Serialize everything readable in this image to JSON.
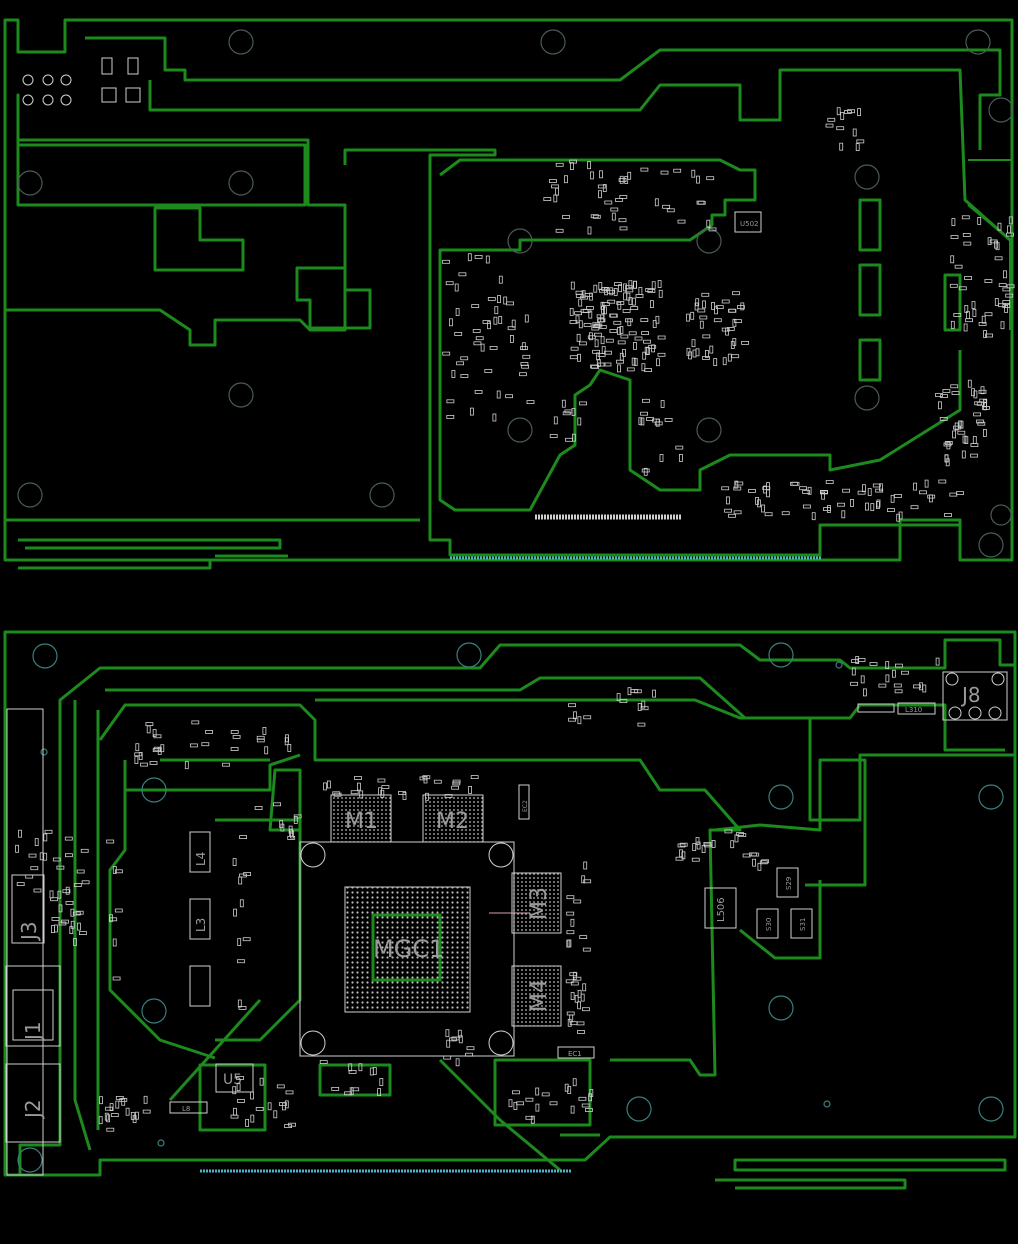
{
  "title": "PCB layout - two board views",
  "colors": {
    "background": "#000000",
    "copper": "#1d8a1d",
    "silkscreen": "#cfcfcf",
    "mounting_hole": "#3a7f7f",
    "edge_connector": "#4fb3c8"
  },
  "top_board": {
    "labels": {
      "u502": "U502"
    }
  },
  "bottom_board": {
    "labels": {
      "m1": "M1",
      "m2": "M2",
      "m3": "M3",
      "m4": "M4",
      "mgc1": "MGC1",
      "ec1": "EC1",
      "ec2": "EC2",
      "j1": "J1",
      "j2": "J2",
      "j3": "J3",
      "j8": "J8",
      "u5": "U5",
      "l3": "L3",
      "l4": "L4",
      "l8": "L8",
      "l310": "L310",
      "l506": "L506",
      "s29": "S29",
      "s30": "S30",
      "s31": "S31"
    }
  }
}
